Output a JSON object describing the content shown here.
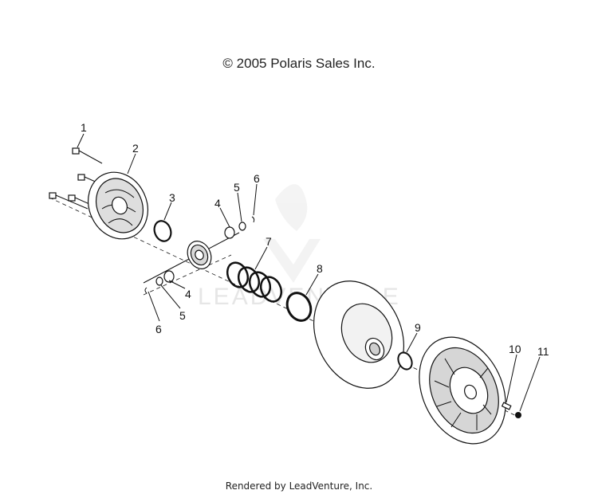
{
  "header": {
    "copyright": "© 2005 Polaris Sales Inc."
  },
  "footer": {
    "rendered_by": "Rendered by LeadVenture, Inc."
  },
  "watermark": {
    "text": "LEADVENTURE"
  },
  "callouts": {
    "c1": "1",
    "c2": "2",
    "c3": "3",
    "c4a": "4",
    "c4b": "4",
    "c5a": "5",
    "c5b": "5",
    "c6a": "6",
    "c6b": "6",
    "c7": "7",
    "c8": "8",
    "c9": "9",
    "c10": "10",
    "c11": "11"
  }
}
